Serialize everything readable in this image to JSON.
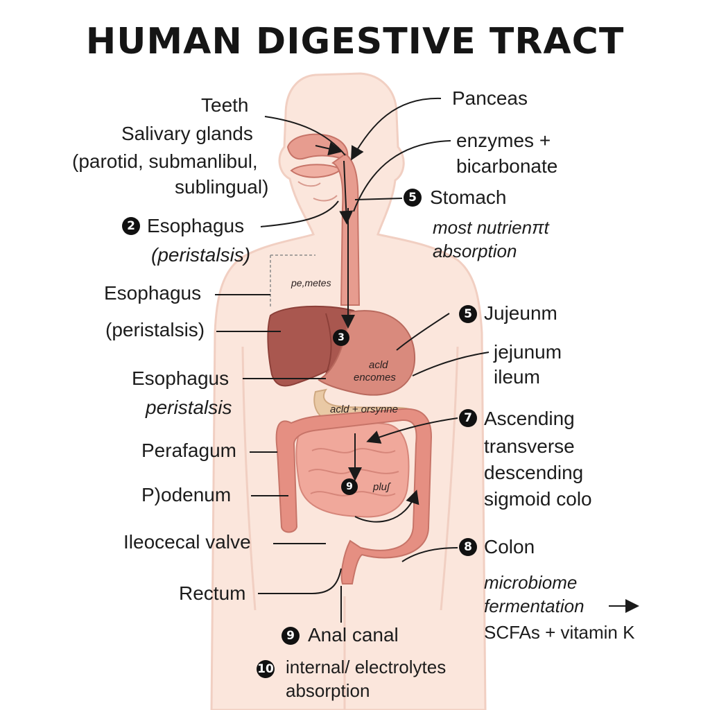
{
  "title": "HUMAN DIGESTIVE TRACT",
  "colors": {
    "background": "#ffffff",
    "skin": "#fbe6dc",
    "skin_outline": "#f1cfc2",
    "tract": "#e79c8f",
    "tract_dark": "#c77468",
    "liver": "#a9574f",
    "liver_dark": "#8c4039",
    "stomach": "#d98a7d",
    "pancreas": "#e9c9a5",
    "intestine": "#f0a89b",
    "colon": "#e58f82",
    "line": "#1a1a1a",
    "badge": "#111111"
  },
  "left_labels": {
    "teeth": "Teeth",
    "salivary_1": "Salivary glands",
    "salivary_2": "(parotid, submanlibul,",
    "salivary_3": "sublingual)",
    "esophagus_a_badge": "2",
    "esophagus_a": "Esophagus",
    "esophagus_a_sub": "(peristalsis)",
    "esophagus_b": "Esophagus",
    "esophagus_b_sub": "(peristalsis)",
    "esophagus_c": "Esophagus",
    "esophagus_c_sub": "peristalsis",
    "perafagum": "Perafagum",
    "duodenum": "P)odenum",
    "ileocecal": "Ileocecal valve",
    "rectum": "Rectum"
  },
  "right_labels": {
    "pancreas": "Panceas",
    "enzymes_1": "enzymes +",
    "enzymes_2": "bicarbonate",
    "stomach_badge": "5",
    "stomach": "Stomach",
    "stomach_sub_1": "most nutrienπt",
    "stomach_sub_2": "absorption",
    "jejunum_badge": "5",
    "jejunum": "Jujeunm",
    "jejunum_sub_1": "jejunum",
    "jejunum_sub_2": "ileum",
    "colon_parts_badge": "7",
    "colon_parts_1": "Ascending",
    "colon_parts_2": "transverse",
    "colon_parts_3": "descending",
    "colon_parts_4": "sigmoid colo",
    "colon_badge": "8",
    "colon": "Colon",
    "colon_sub_1": "microbiome",
    "colon_sub_2": "fermentation",
    "colon_sub_3": "SCFAs + vitamin K"
  },
  "bottom_labels": {
    "anal_badge": "9",
    "anal": "Anal canal",
    "final_badge": "10",
    "final_1": "internal/ electrolytes",
    "final_2": "absorption"
  },
  "organ_text": {
    "note": "pe,metes",
    "liver_badge": "3",
    "stomach_1": "acld",
    "stomach_2": "encomes",
    "pancreas": "acld + orsynne",
    "intestine_badge": "9",
    "intestine": "pluʃ"
  }
}
